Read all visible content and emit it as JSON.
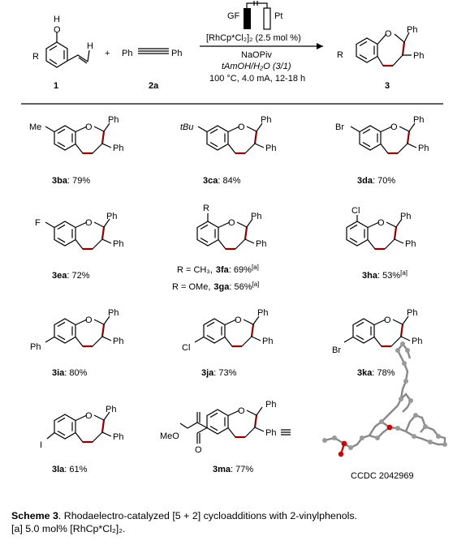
{
  "scheme": {
    "reaction": {
      "reagent_label": "1",
      "alkyne_label": "2a",
      "product_label": "3",
      "plus": "+",
      "r_sub": "R",
      "h_label": "H",
      "o_label": "O",
      "ph": "Ph",
      "anode": "GF",
      "cathode": "Pt",
      "catalyst": "[RhCp*Cl₂]₂ (2.5 mol %)",
      "base": "NaOPiv",
      "solvent": "tAmOH/H₂O (3/1)",
      "conditions": "100 °C,  4.0 mA, 12-18 h"
    },
    "products": [
      {
        "id": "3ba",
        "yield": ": 79%",
        "sub": "Me"
      },
      {
        "id": "3ca",
        "yield": ": 84%",
        "sub": "tBu"
      },
      {
        "id": "3da",
        "yield": ": 70%",
        "sub": "Br"
      },
      {
        "id": "3ea",
        "yield": ": 72%",
        "sub": "F"
      },
      {
        "id": "3fa",
        "yield": ": 69%",
        "sub": "R",
        "line": "R = CH₃,",
        "note": "[a]"
      },
      {
        "id": "3ga",
        "yield": ": 56%",
        "line": "R = OMe,",
        "note": "[a]"
      },
      {
        "id": "3ha",
        "yield": ": 53%",
        "sub": "Cl",
        "note": "[a]"
      },
      {
        "id": "3ia",
        "yield": ": 80%",
        "sub": "Ph"
      },
      {
        "id": "3ja",
        "yield": ": 73%",
        "sub": "Cl"
      },
      {
        "id": "3ka",
        "yield": ": 78%",
        "sub": "Br"
      },
      {
        "id": "3la",
        "yield": ": 61%",
        "sub": "I"
      },
      {
        "id": "3ma",
        "yield": ": 77%",
        "sub": "MeO"
      }
    ],
    "ccdc": "CCDC 2042969"
  },
  "caption": {
    "label": "Scheme 3",
    "text": ". Rhodaelectro-catalyzed [5 + 2] cycloadditions with 2-vinylphenols.",
    "footnote": "[a] 5.0 mol% [RhCp*Cl₂]₂."
  }
}
